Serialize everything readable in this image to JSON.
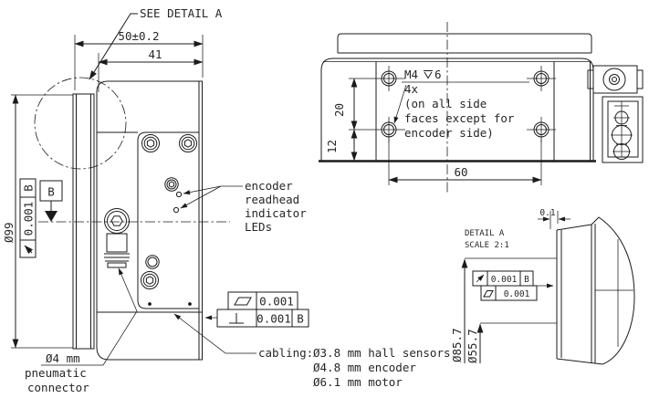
{
  "drawing": {
    "side_view": {
      "see_detail": "SEE DETAIL A",
      "dim_overall": "50±0.2",
      "dim_body": "41",
      "dim_diameter": "Ø99",
      "datum_label": "B",
      "fcf_runout": {
        "symbol": "circular-runout",
        "tolerance": "0.001",
        "datum": "B"
      },
      "fcf_flatness": {
        "symbol": "flatness",
        "tolerance": "0.001"
      },
      "fcf_perpendicularity": {
        "symbol": "perpendicularity",
        "tolerance": "0.001",
        "datum": "B"
      },
      "led_note": [
        "encoder",
        "readhead",
        "indicator",
        "LEDs"
      ],
      "pneumatic_note": [
        "Ø4 mm",
        "pneumatic",
        "connector"
      ],
      "cabling_label": "cabling:",
      "cabling_items": [
        "Ø3.8 mm hall sensors",
        "Ø4.8 mm encoder",
        "Ø6.1 mm motor"
      ]
    },
    "top_view": {
      "thread": "M4",
      "depth_value": "6",
      "qty": "4x",
      "note": [
        "(on all side",
        "faces except for",
        "encoder side)"
      ],
      "dim_vertical_spacing": "20",
      "dim_bottom_offset": "12",
      "dim_horizontal_spacing": "60"
    },
    "detail_view": {
      "title": "DETAIL A",
      "scale": "SCALE  2:1",
      "dim_gap": "0.1",
      "dia_outer": "Ø85.7",
      "dia_inner": "Ø55.7",
      "fcf_runout": {
        "symbol": "circular-runout",
        "tolerance": "0.001",
        "datum": "B"
      },
      "fcf_flatness": {
        "symbol": "flatness",
        "tolerance": "0.001"
      }
    }
  }
}
